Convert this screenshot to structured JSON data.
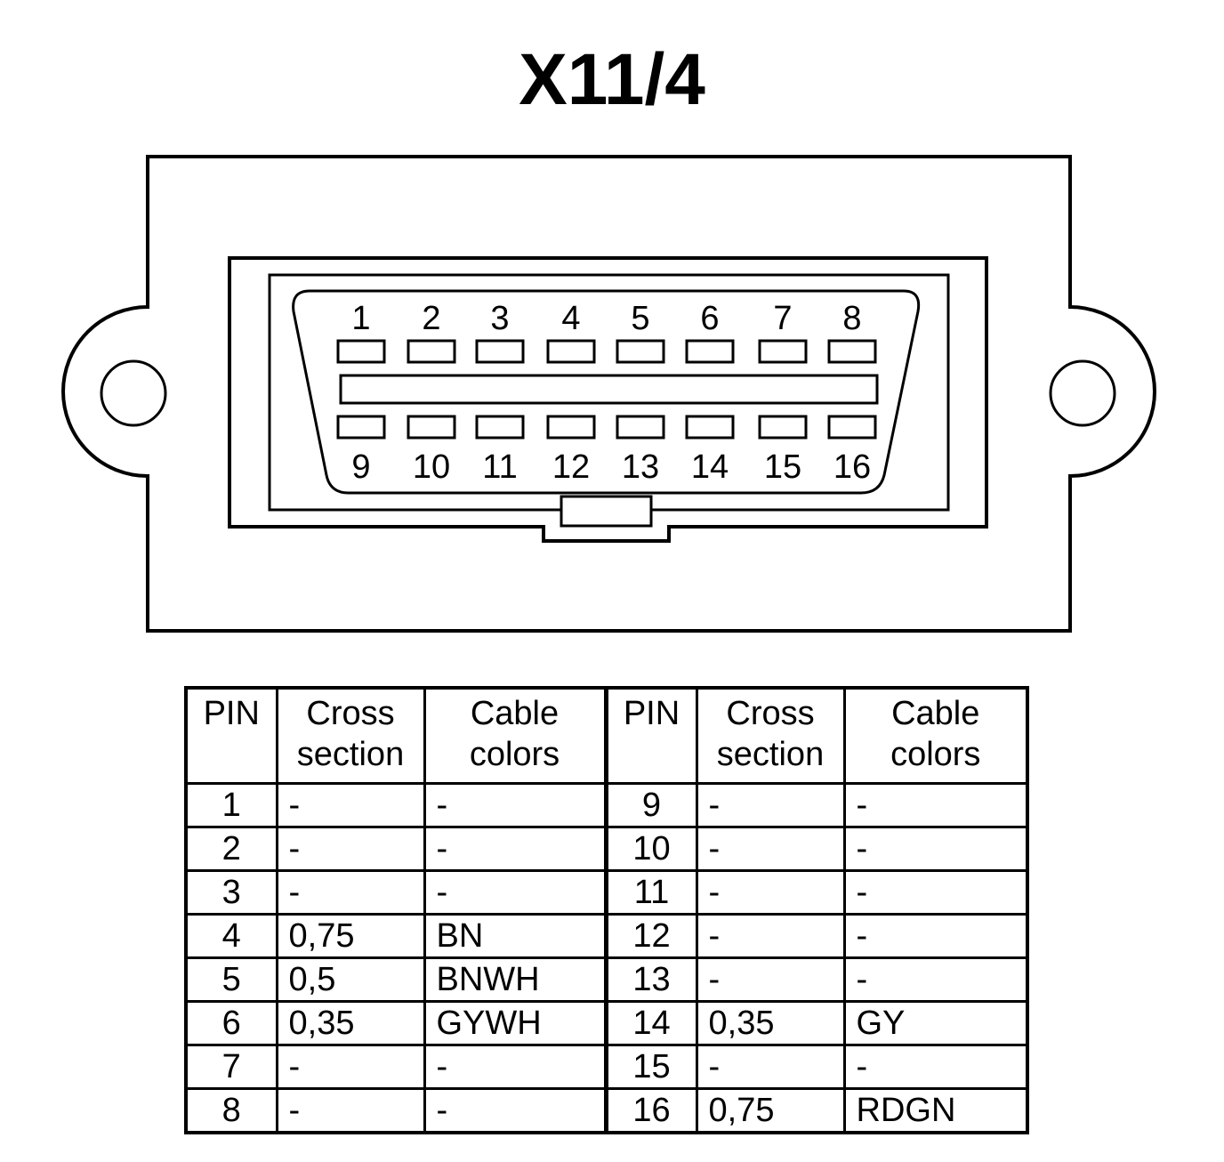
{
  "title": "X11/4",
  "connector": {
    "top_pins": [
      "1",
      "2",
      "3",
      "4",
      "5",
      "6",
      "7",
      "8"
    ],
    "bottom_pins": [
      "9",
      "10",
      "11",
      "12",
      "13",
      "14",
      "15",
      "16"
    ]
  },
  "table": {
    "headers": {
      "pin": "PIN",
      "cross_line1": "Cross",
      "cross_line2": "section",
      "color_line1": "Cable",
      "color_line2": "colors"
    },
    "rows": [
      {
        "left": {
          "pin": "1",
          "cross": "-",
          "color": "-"
        },
        "right": {
          "pin": "9",
          "cross": "-",
          "color": "-"
        }
      },
      {
        "left": {
          "pin": "2",
          "cross": "-",
          "color": "-"
        },
        "right": {
          "pin": "10",
          "cross": "-",
          "color": "-"
        }
      },
      {
        "left": {
          "pin": "3",
          "cross": "-",
          "color": "-"
        },
        "right": {
          "pin": "11",
          "cross": "-",
          "color": "-"
        }
      },
      {
        "left": {
          "pin": "4",
          "cross": "0,75",
          "color": "BN"
        },
        "right": {
          "pin": "12",
          "cross": "-",
          "color": "-"
        }
      },
      {
        "left": {
          "pin": "5",
          "cross": "0,5",
          "color": "BNWH"
        },
        "right": {
          "pin": "13",
          "cross": "-",
          "color": "-"
        }
      },
      {
        "left": {
          "pin": "6",
          "cross": "0,35",
          "color": "GYWH"
        },
        "right": {
          "pin": "14",
          "cross": "0,35",
          "color": "GY"
        }
      },
      {
        "left": {
          "pin": "7",
          "cross": "-",
          "color": "-"
        },
        "right": {
          "pin": "15",
          "cross": "-",
          "color": "-"
        }
      },
      {
        "left": {
          "pin": "8",
          "cross": "-",
          "color": "-"
        },
        "right": {
          "pin": "16",
          "cross": "0,75",
          "color": "RDGN"
        }
      }
    ]
  }
}
